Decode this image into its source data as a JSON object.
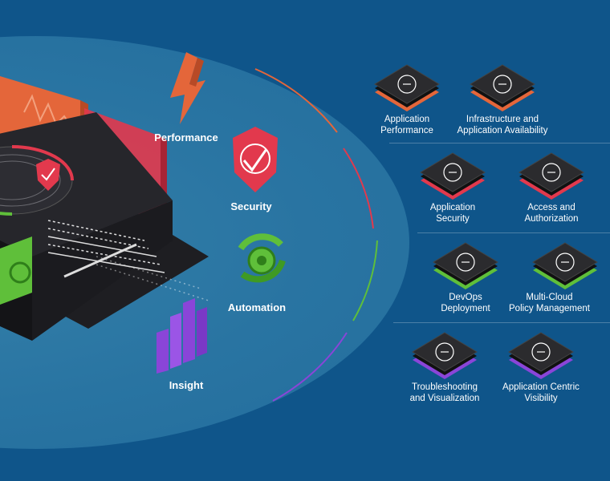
{
  "pillars": [
    {
      "label": "Performance",
      "color": "#e4663a",
      "icon": "lightning-icon"
    },
    {
      "label": "Security",
      "color": "#e2394d",
      "icon": "shield-check-icon"
    },
    {
      "label": "Automation",
      "color": "#5fbf3a",
      "icon": "gear-cycle-icon"
    },
    {
      "label": "Insight",
      "color": "#8a45d8",
      "icon": "bar-chart-icon"
    }
  ],
  "capabilities": [
    {
      "line1": "Application",
      "line2": "Performance",
      "group": "Performance",
      "icon": "gauge-icon"
    },
    {
      "line1": "Infrastructure and",
      "line2": "Application Availability",
      "group": "Performance",
      "icon": "app-window-icon"
    },
    {
      "line1": "Application",
      "line2": "Security",
      "group": "Security",
      "icon": "shield-icon"
    },
    {
      "line1": "Access and",
      "line2": "Authorization",
      "group": "Security",
      "icon": "users-icon"
    },
    {
      "line1": "DevOps",
      "line2": "Deployment",
      "group": "Automation",
      "icon": "cloud-flow-icon"
    },
    {
      "line1": "Multi-Cloud",
      "line2": "Policy Management",
      "group": "Automation",
      "icon": "cloud-gear-icon"
    },
    {
      "line1": "Troubleshooting",
      "line2": "and Visualization",
      "group": "Insight",
      "icon": "magnifier-report-icon"
    },
    {
      "line1": "Application Centric",
      "line2": "Visibility",
      "group": "Insight",
      "icon": "radar-icon"
    }
  ],
  "colors": {
    "background": "#0f558a",
    "performance": "#e4663a",
    "security": "#e2394d",
    "automation": "#5fbf3a",
    "insight": "#8a45d8",
    "tile_dark": "#2b2b2e"
  }
}
